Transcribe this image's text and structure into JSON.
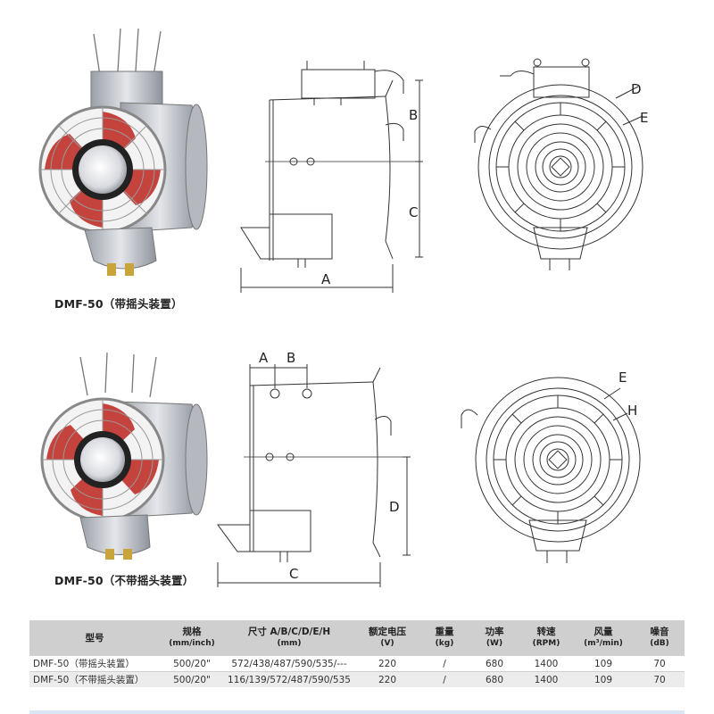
{
  "products": [
    {
      "caption": "DMF-50（带摇头装置）",
      "side_view_labels": [
        "A",
        "B",
        "C"
      ],
      "front_view_labels": [
        "D",
        "E"
      ]
    },
    {
      "caption": "DMF-50（不带摇头装置）",
      "side_view_labels": [
        "A",
        "B",
        "C",
        "D"
      ],
      "front_view_labels": [
        "E",
        "H"
      ]
    }
  ],
  "spec_table": {
    "headers": [
      {
        "label": "型号",
        "unit": ""
      },
      {
        "label": "规格",
        "unit": "(mm/inch)"
      },
      {
        "label": "尺寸 A/B/C/D/E/H",
        "unit": "(mm)"
      },
      {
        "label": "额定电压",
        "unit": "(V)"
      },
      {
        "label": "重量",
        "unit": "(kg)"
      },
      {
        "label": "功率",
        "unit": "(W)"
      },
      {
        "label": "转速",
        "unit": "(RPM)"
      },
      {
        "label": "风量",
        "unit": "(m³/min)"
      },
      {
        "label": "噪音",
        "unit": "(dB)"
      }
    ],
    "rows": [
      [
        "DMF-50（带摇头装置）",
        "500/20\"",
        "572/438/487/590/535/---",
        "220",
        "/",
        "680",
        "1400",
        "109",
        "70"
      ],
      [
        "DMF-50（不带摇头装置）",
        "500/20\"",
        "116/139/572/487/590/535",
        "220",
        "/",
        "680",
        "1400",
        "109",
        "70"
      ]
    ]
  },
  "colors": {
    "header_bg": "#cfcfcf",
    "stripe_bg": "#ececec",
    "fan_blade_red": "#c0302a",
    "steel": "#c9ccd1"
  }
}
